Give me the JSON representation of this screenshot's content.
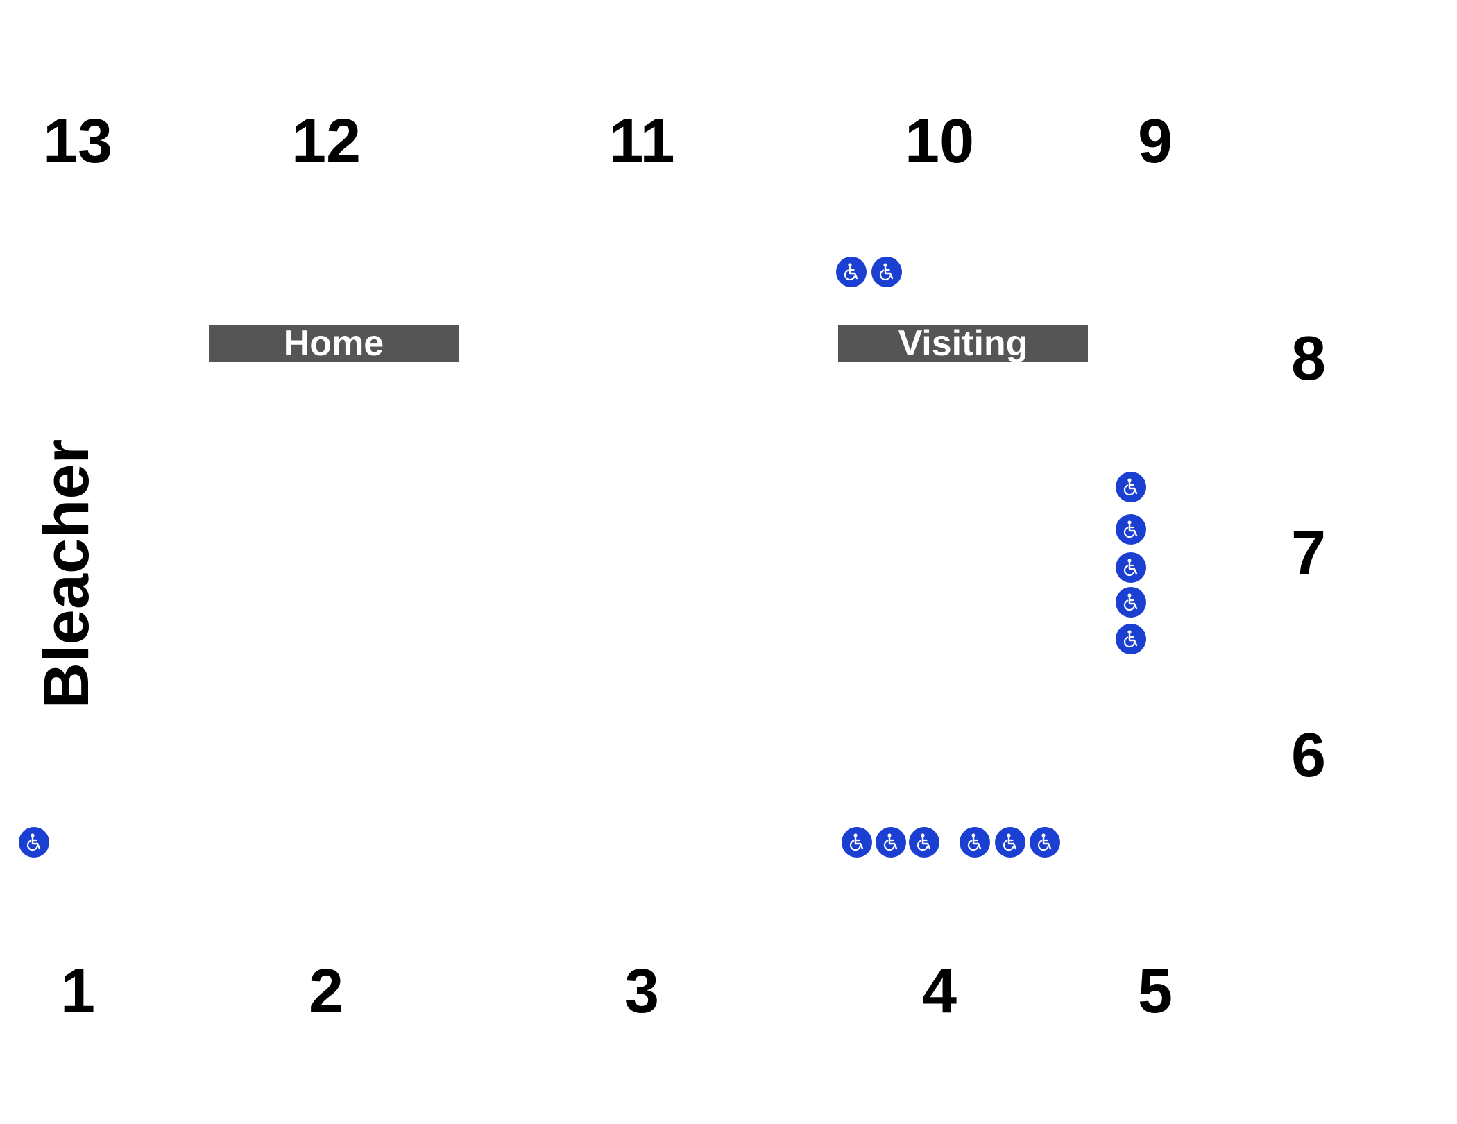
{
  "sections": {
    "s1": "1",
    "s2": "2",
    "s3": "3",
    "s4": "4",
    "s5": "5",
    "s6": "6",
    "s7": "7",
    "s8": "8",
    "s9": "9",
    "s10": "10",
    "s11": "11",
    "s12": "12",
    "s13": "13"
  },
  "bleacher_label": "Bleacher",
  "dugouts": {
    "home": "Home",
    "visiting": "Visiting"
  },
  "accessible_icon": "wheelchair-icon",
  "colors": {
    "dugout_bg": "#555555",
    "accessible_bg": "#1a3fd1",
    "section_text": "#000000"
  }
}
